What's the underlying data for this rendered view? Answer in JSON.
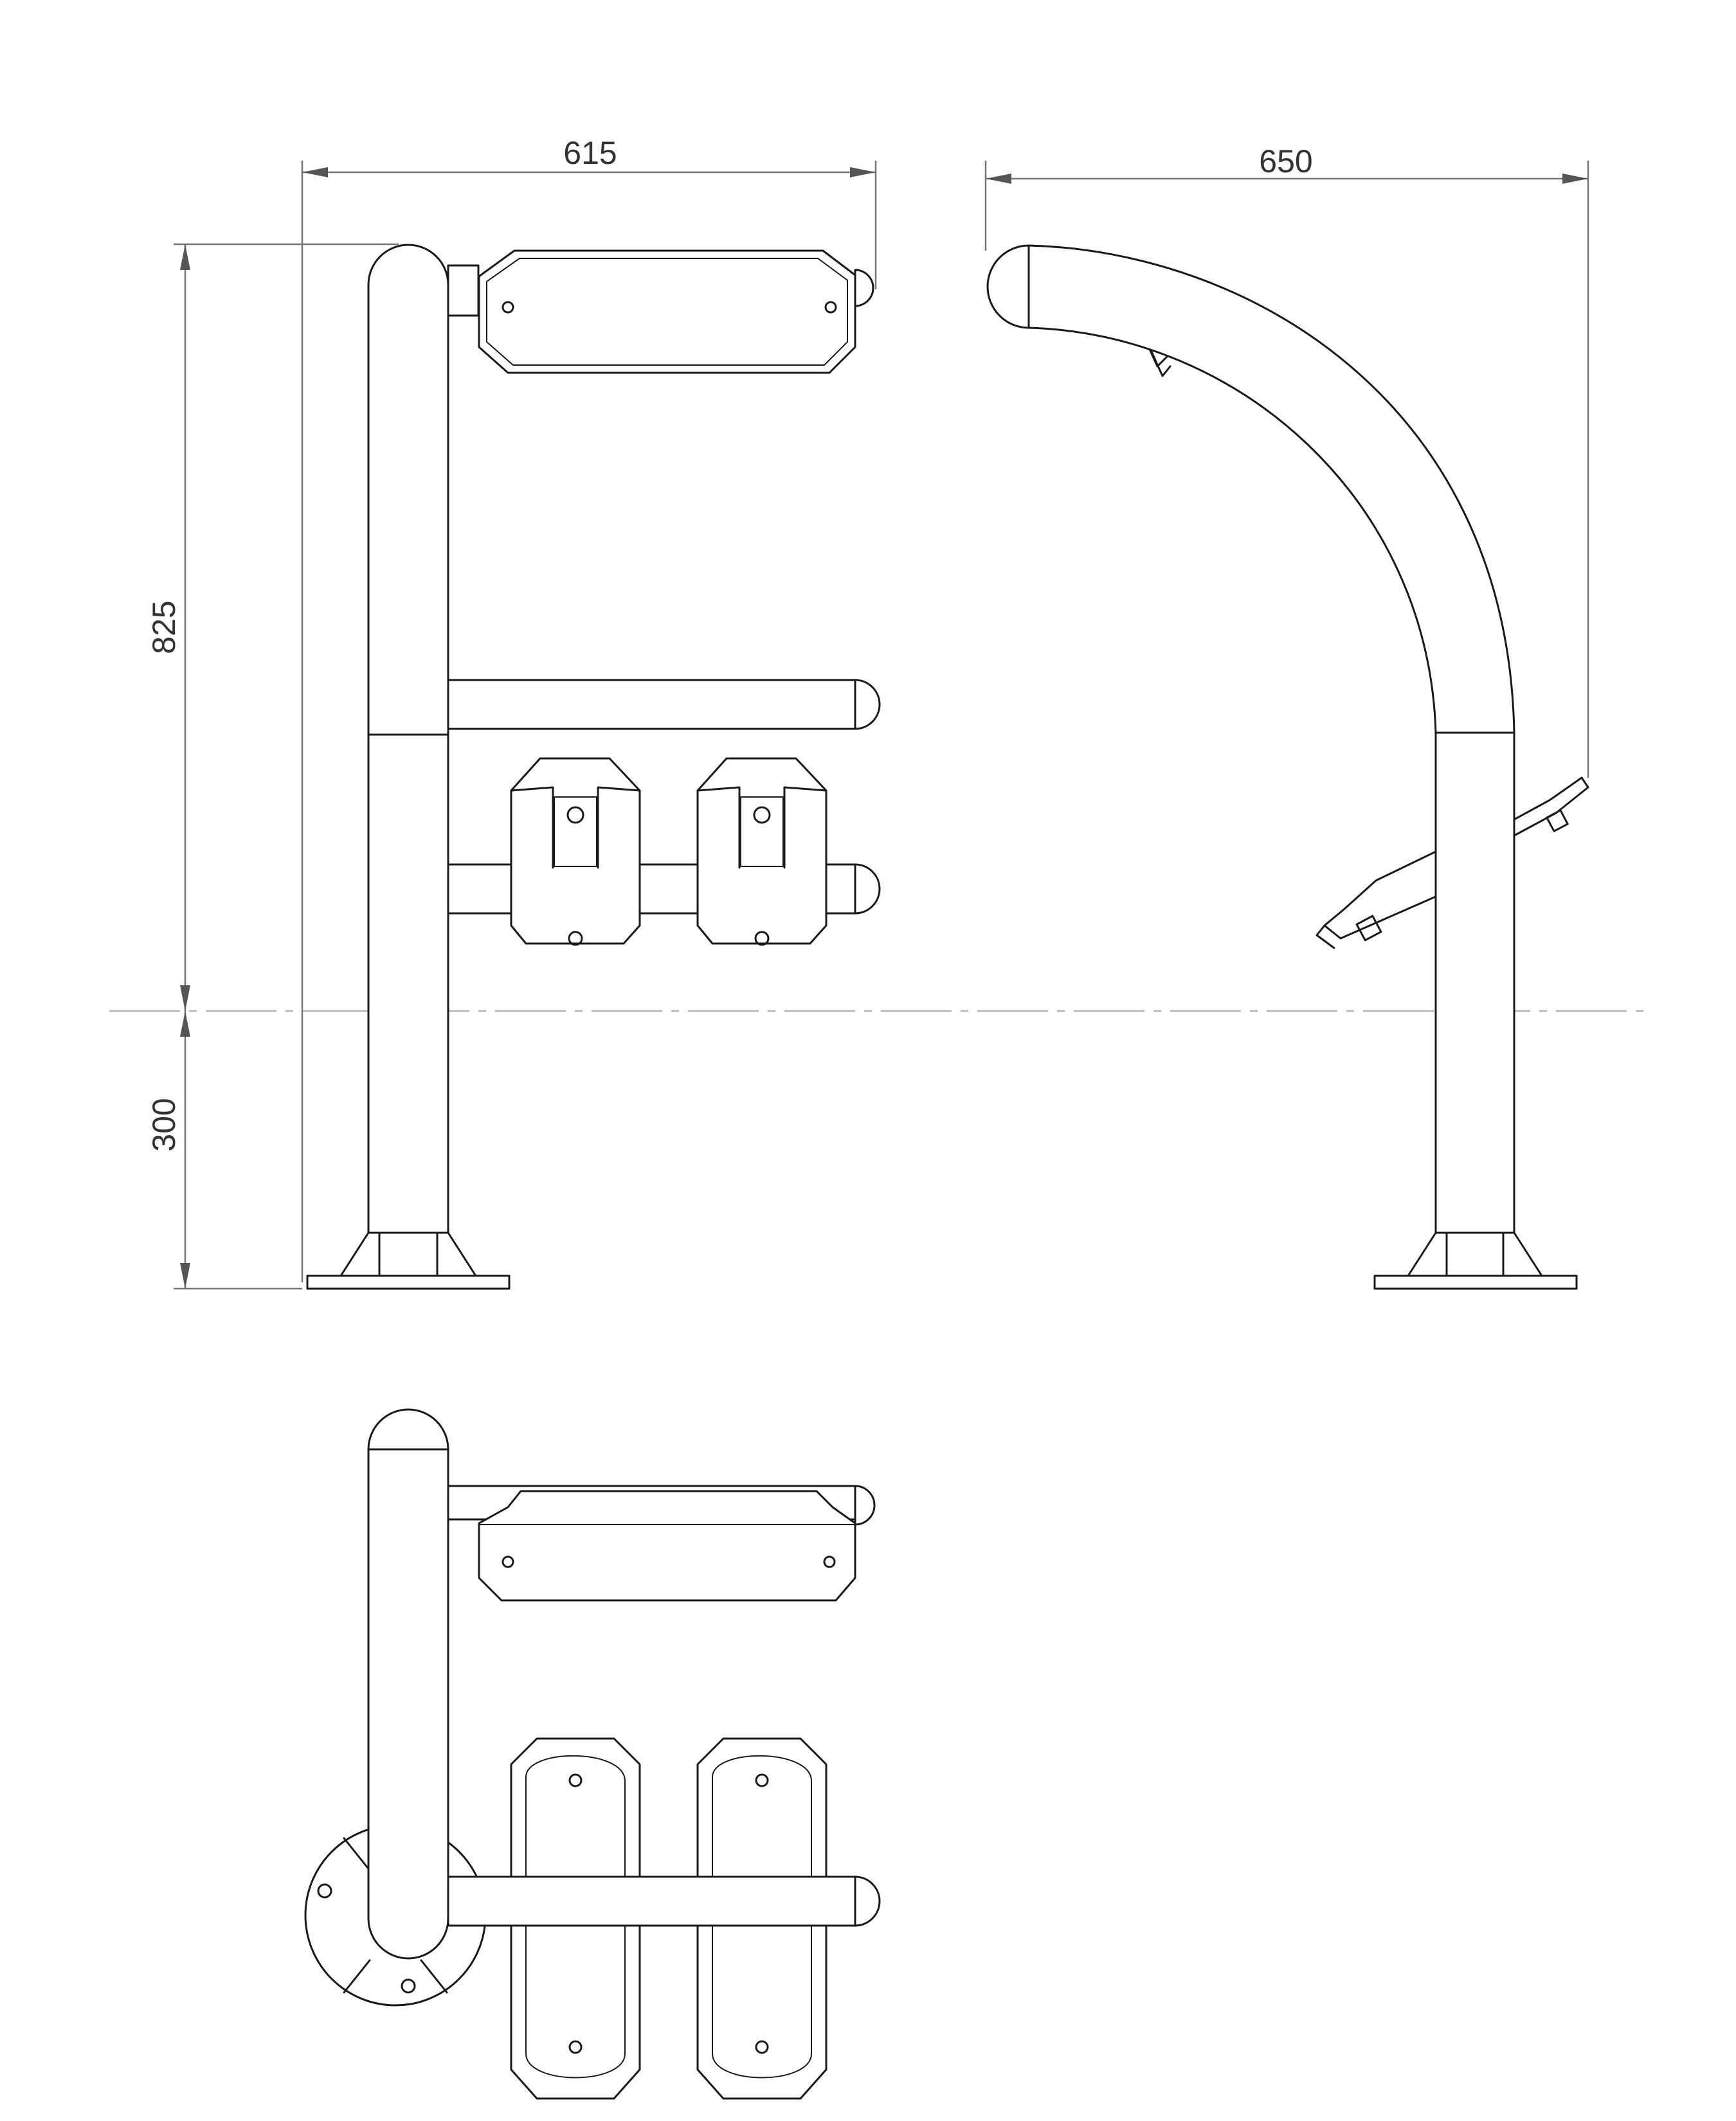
{
  "dimensions": {
    "front_width": "615",
    "side_width": "650",
    "upper_height": "825",
    "lower_height": "300"
  },
  "colors": {
    "line": "#1a1a1a",
    "dimension": "#777777",
    "centerline": "#b4b4b4",
    "background": "#ffffff"
  }
}
